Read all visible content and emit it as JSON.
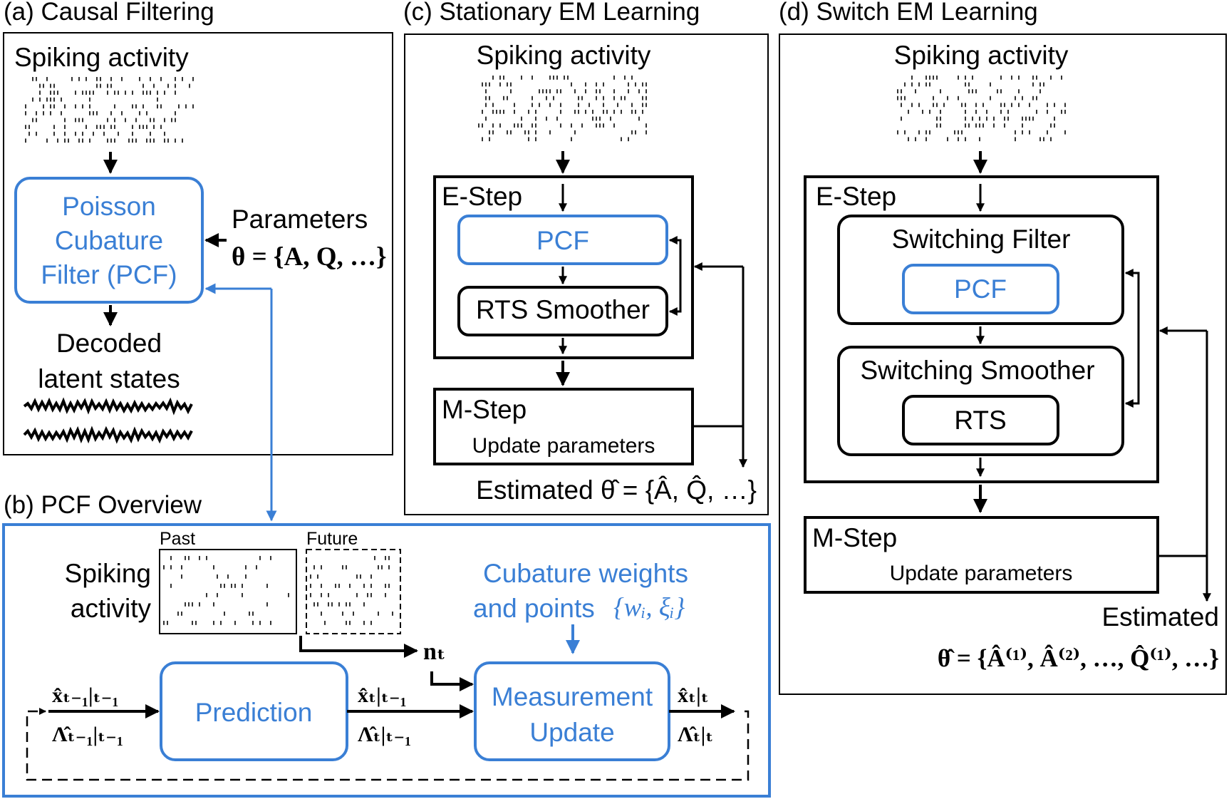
{
  "colors": {
    "accent": "#3a7fd5",
    "ink": "#000000"
  },
  "panel_a": {
    "title": "(a) Causal Filtering",
    "spiking_label": "Spiking activity",
    "filter_lines": [
      "Poisson",
      "Cubature",
      "Filter (PCF)"
    ],
    "params_label": "Parameters",
    "params_formula": "θ = {A, Q, …}",
    "decoded_lines": [
      "Decoded",
      "latent states"
    ]
  },
  "panel_b": {
    "title": "(b) PCF Overview",
    "past_label": "Past",
    "future_label": "Future",
    "spiking_lines": [
      "Spiking",
      "activity"
    ],
    "cubature_lines": [
      "Cubature weights",
      "and points"
    ],
    "cubature_set": "{wᵢ, ξᵢ}",
    "n_t": "nₜ",
    "prediction": "Prediction",
    "measurement_lines": [
      "Measurement",
      "Update"
    ],
    "x_prev": "x̂ₜ₋₁|ₜ₋₁",
    "lambda_prev": "Λ̂ₜ₋₁|ₜ₋₁",
    "x_pred": "x̂ₜ|ₜ₋₁",
    "lambda_pred": "Λ̂ₜ|ₜ₋₁",
    "x_post": "x̂ₜ|ₜ",
    "lambda_post": "Λ̂ₜ|ₜ"
  },
  "panel_c": {
    "title": "(c) Stationary EM Learning",
    "spiking_label": "Spiking activity",
    "estep_label": "E-Step",
    "pcf_label": "PCF",
    "rts_label": "RTS Smoother",
    "mstep_label": "M-Step",
    "update_label": "Update parameters",
    "estimated": "Estimated θ̂ = {Â, Q̂, …}"
  },
  "panel_d": {
    "title": "(d) Switch EM Learning",
    "spiking_label": "Spiking activity",
    "estep_label": "E-Step",
    "switching_filter": "Switching Filter",
    "pcf_label": "PCF",
    "switching_smoother": "Switching Smoother",
    "rts_label": "RTS",
    "mstep_label": "M-Step",
    "update_label": "Update parameters",
    "estimated_label": "Estimated",
    "estimated_formula": "θ̂ = {Â⁽¹⁾, Â⁽²⁾, …, Q̂⁽¹⁾, …}"
  }
}
